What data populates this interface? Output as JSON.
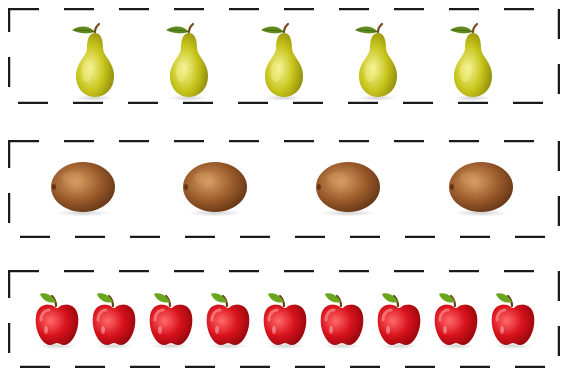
{
  "rows": [
    {
      "fruit": "pear",
      "count": 5
    },
    {
      "fruit": "kiwi",
      "count": 4
    },
    {
      "fruit": "apple",
      "count": 9
    }
  ],
  "colors": {
    "border": "#1a1a1a",
    "pear_body": "#c6c41a",
    "pear_highlight": "#f3f08a",
    "pear_leaf": "#5f8a1e",
    "pear_stem": "#7a4a1e",
    "kiwi_body": "#9a5a2a",
    "kiwi_highlight": "#d19a5e",
    "apple_body": "#d8121c",
    "apple_highlight": "#ff8a8a",
    "apple_leaf": "#6aa51f",
    "apple_stem": "#6b3d14"
  }
}
